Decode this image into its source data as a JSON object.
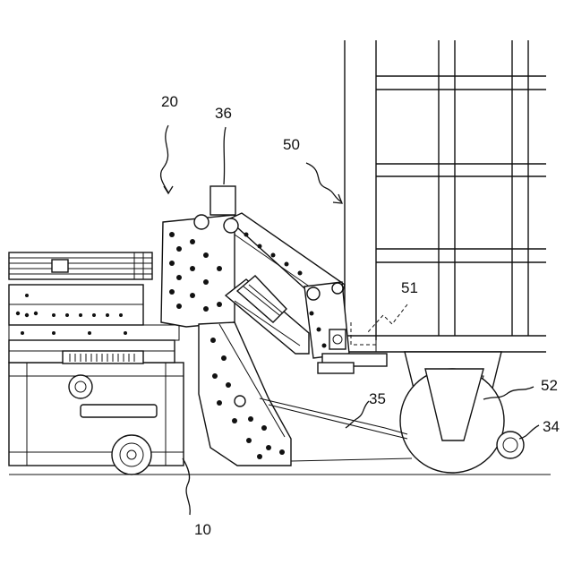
{
  "figure": {
    "reference_numerals": {
      "base_vehicle": "10",
      "arm_assembly": "20",
      "drive_link": "35",
      "block_36": "36",
      "wheel_34": "34",
      "cart": "50",
      "cart_frame_corner": "51",
      "caster_wheel": "52"
    }
  }
}
